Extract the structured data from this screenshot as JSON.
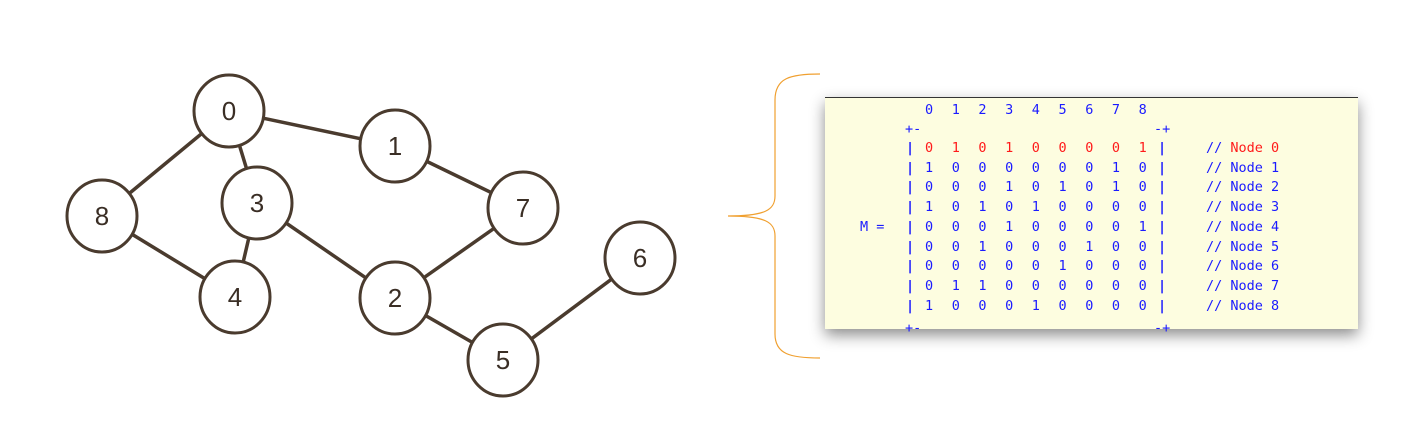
{
  "graph": {
    "nodes": [
      "0",
      "1",
      "2",
      "3",
      "4",
      "5",
      "6",
      "7",
      "8"
    ],
    "edges": [
      [
        0,
        1
      ],
      [
        0,
        3
      ],
      [
        0,
        8
      ],
      [
        1,
        7
      ],
      [
        3,
        4
      ],
      [
        3,
        2
      ],
      [
        8,
        4
      ],
      [
        2,
        7
      ],
      [
        2,
        5
      ],
      [
        5,
        6
      ]
    ],
    "node_color": "#4a3b2e"
  },
  "matrix": {
    "label": "M =",
    "column_headers": [
      "0",
      "1",
      "2",
      "3",
      "4",
      "5",
      "6",
      "7",
      "8"
    ],
    "corner_left": "+-",
    "corner_right": "-+",
    "rows": [
      [
        0,
        1,
        0,
        1,
        0,
        0,
        0,
        0,
        1
      ],
      [
        1,
        0,
        0,
        0,
        0,
        0,
        0,
        1,
        0
      ],
      [
        0,
        0,
        0,
        1,
        0,
        1,
        0,
        1,
        0
      ],
      [
        1,
        0,
        1,
        0,
        1,
        0,
        0,
        0,
        0
      ],
      [
        0,
        0,
        0,
        1,
        0,
        0,
        0,
        0,
        1
      ],
      [
        0,
        0,
        1,
        0,
        0,
        0,
        1,
        0,
        0
      ],
      [
        0,
        0,
        0,
        0,
        0,
        1,
        0,
        0,
        0
      ],
      [
        0,
        1,
        1,
        0,
        0,
        0,
        0,
        0,
        0
      ],
      [
        1,
        0,
        0,
        0,
        1,
        0,
        0,
        0,
        0
      ]
    ],
    "row_comments": [
      "// Node 0",
      "// Node 1",
      "// Node 2",
      "// Node 3",
      "// Node 4",
      "// Node 5",
      "// Node 6",
      "// Node 7",
      "// Node 8"
    ],
    "highlight_row": 0,
    "text_color": "#1a1aff",
    "highlight_color": "#ff1a1a"
  }
}
